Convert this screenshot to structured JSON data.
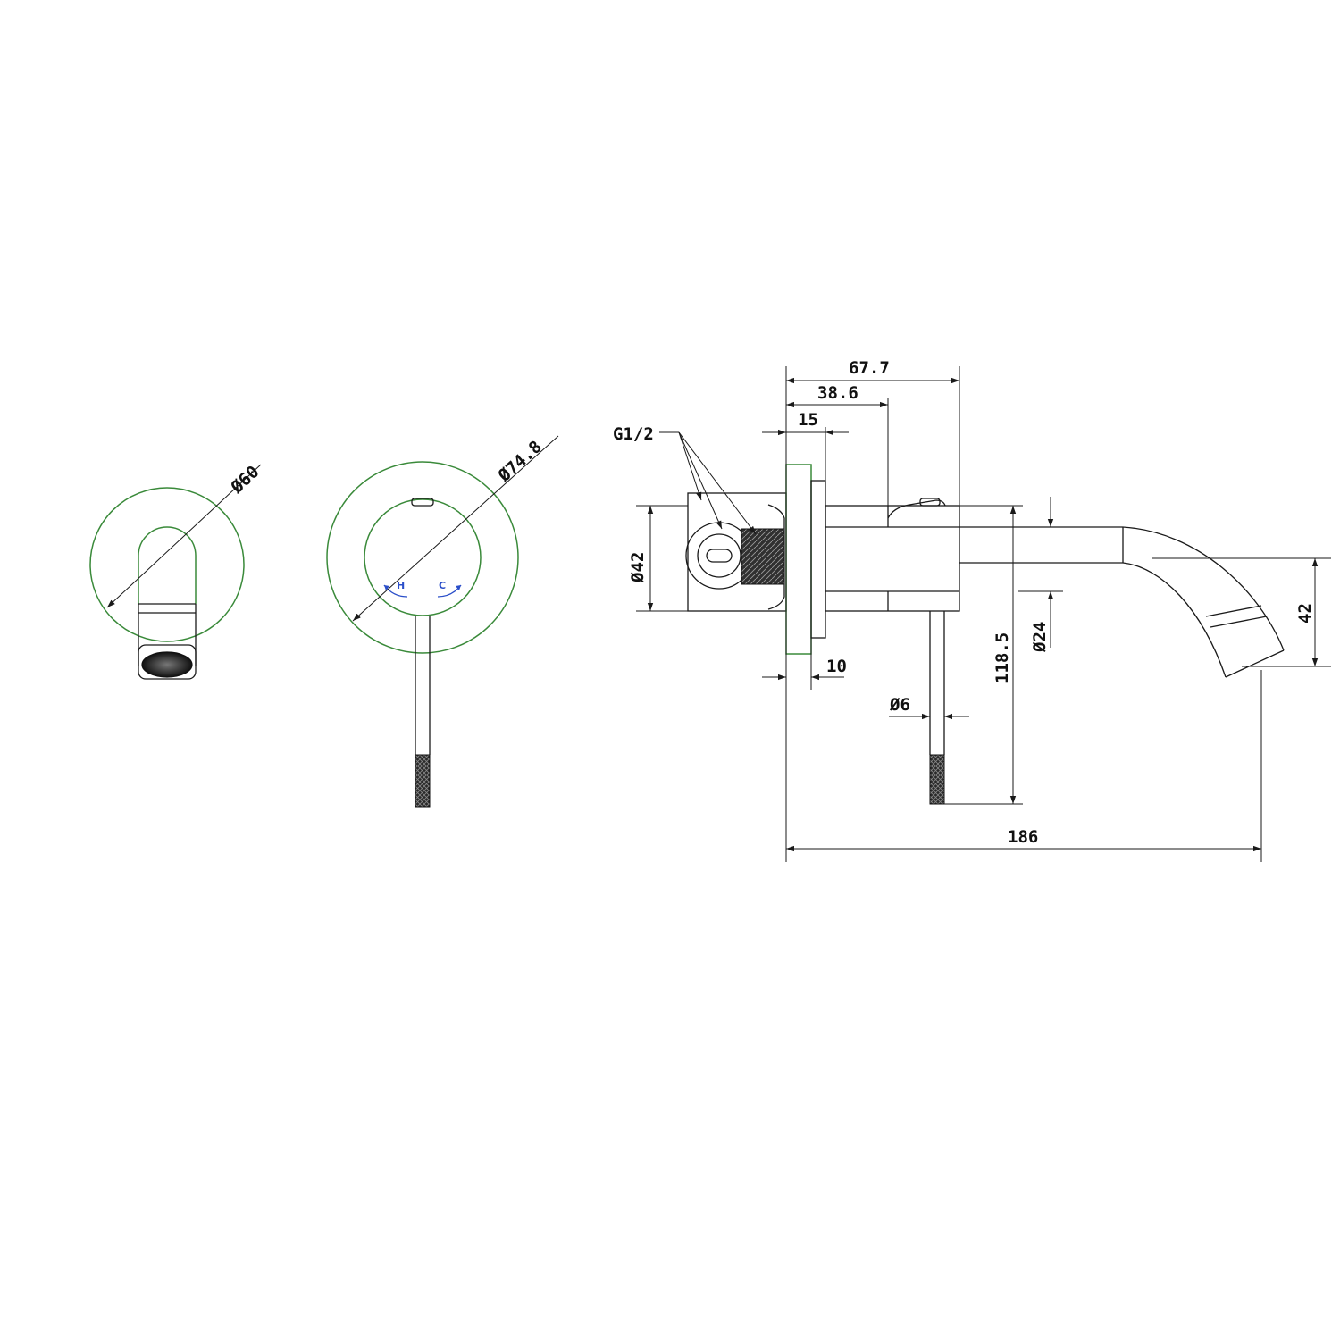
{
  "labels": {
    "spout_diameter": "Ø60",
    "plate_diameter": "Ø74.8",
    "depth_total": "67.7",
    "depth_lever": "38.6",
    "plate_thickness": "15",
    "thread": "G1/2",
    "body_diameter": "Ø42",
    "spout_pipe_diameter": "Ø24",
    "lever_height": "118.5",
    "spout_drop": "42",
    "wall_gap": "10",
    "lever_diameter": "Ø6",
    "projection_total": "186",
    "hot": "H",
    "cold": "C"
  }
}
